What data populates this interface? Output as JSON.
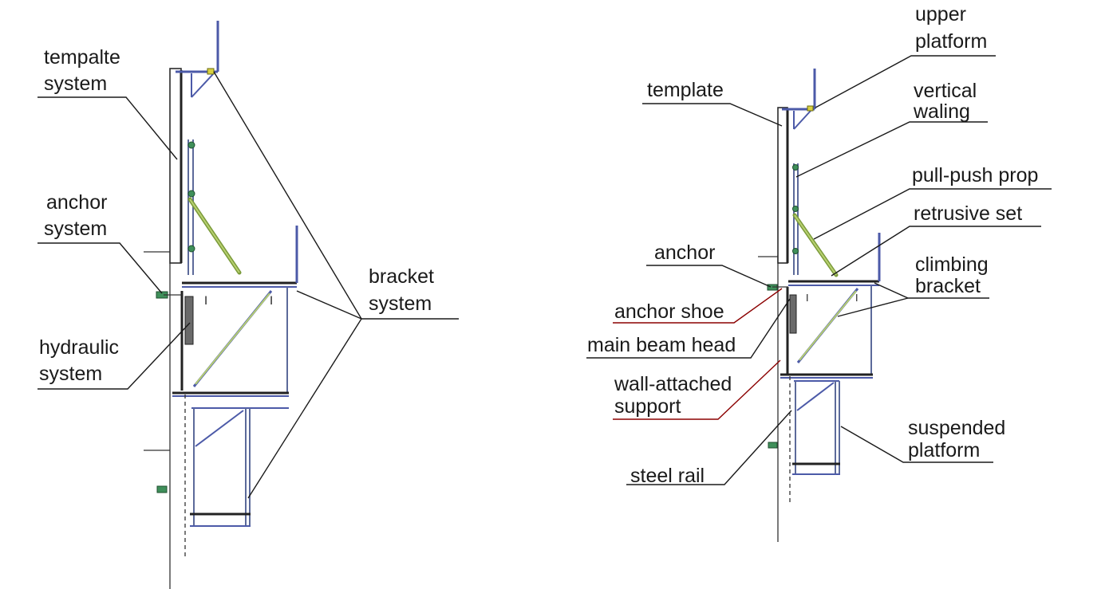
{
  "left_figure": {
    "labels": {
      "template_system": [
        "tempalte",
        "system"
      ],
      "anchor_system": [
        "anchor",
        "system"
      ],
      "hydraulic_system": [
        "hydraulic",
        "system"
      ],
      "bracket_system": [
        "bracket",
        "system"
      ]
    }
  },
  "right_figure": {
    "labels": {
      "upper_platform": [
        "upper",
        "platform"
      ],
      "template": "template",
      "vertical_waling": [
        "vertical",
        "waling"
      ],
      "pull_push_prop": "pull-push prop",
      "retrusive_set": "retrusive set",
      "anchor": "anchor",
      "climbing_bracket": [
        "climbing",
        "bracket"
      ],
      "anchor_shoe": "anchor shoe",
      "main_beam_head": "main beam head",
      "wall_attached_support": [
        "wall-attached",
        "support"
      ],
      "suspended_platform": [
        "suspended",
        "platform"
      ],
      "steel_rail": "steel rail"
    }
  },
  "colors": {
    "steel": "#4c5aa8",
    "prop": "#7a9a3a",
    "anchor_part": "#3f8f5a",
    "highlight_leader": "#8b0000"
  }
}
